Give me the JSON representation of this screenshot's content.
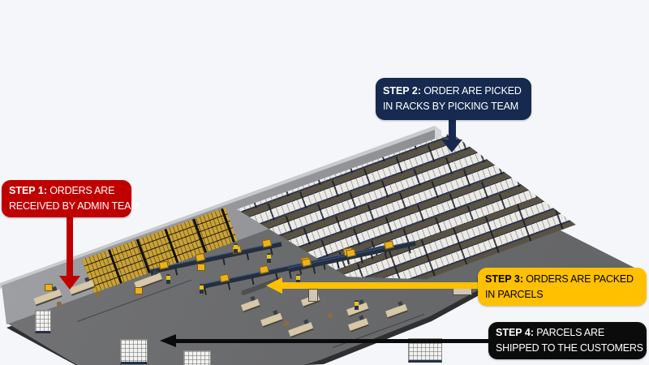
{
  "colors": {
    "background": "#f5f6f9",
    "step1_bg": "#c00000",
    "step2_bg": "#16294f",
    "step3_bg": "#ffc000",
    "step4_bg": "#0b0b0b",
    "floor": "#6d6d6d",
    "wall": "#939496",
    "rack_top": "#5a5343",
    "rack_boxes": "#eceae6",
    "rack_frame": "#2b3550",
    "gold_shelving": "#c9a238",
    "conveyor": "#242e3e",
    "tote_gold": "#eab21c",
    "desk_tan": "#d6c8a8"
  },
  "callouts": {
    "step1": {
      "line1_bold": "STEP 1:",
      "line1_rest": " ORDERS ARE",
      "line2": "RECEIVED BY ADMIN TEAM",
      "bg": "#c00000",
      "text_color": "#ffffff",
      "arrow_direction": "down"
    },
    "step2": {
      "line1_bold": "STEP 2:",
      "line1_rest": " ORDER ARE PICKED",
      "line2": "IN RACKS BY PICKING TEAM",
      "bg": "#16294f",
      "text_color": "#ffffff",
      "arrow_direction": "down"
    },
    "step3": {
      "line1_bold": "STEP 3:",
      "line1_rest": " ORDERS ARE PACKED",
      "line2": "IN PARCELS",
      "bg": "#ffc000",
      "text_color": "#000000",
      "arrow_direction": "left"
    },
    "step4": {
      "line1_bold": "STEP 4:",
      "line1_rest": " PARCELS ARE",
      "line2": "SHIPPED TO THE CUSTOMERS",
      "bg": "#0b0b0b",
      "text_color": "#ffffff",
      "arrow_direction": "left"
    }
  },
  "scene_elements": [
    "back-wall",
    "warehouse-floor",
    "pallet-racks",
    "gold-shelving",
    "conveyor-belts",
    "warehouse-workers",
    "office-desks",
    "packing-desks",
    "packed-pallets"
  ]
}
